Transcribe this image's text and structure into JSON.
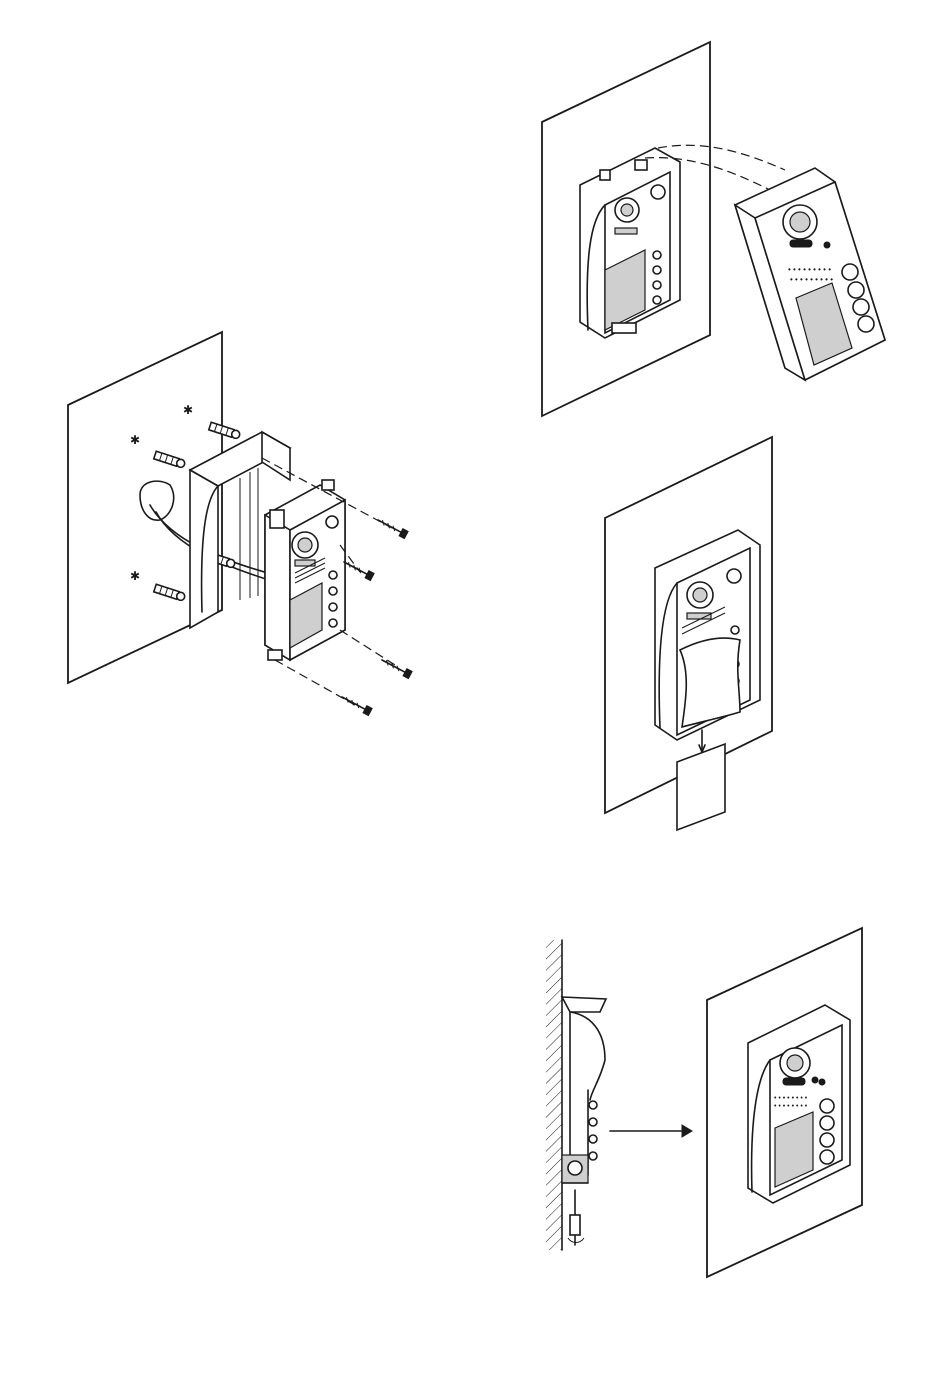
{
  "figure": {
    "panels": [
      {
        "id": "wall-mount-step",
        "description_shown": false
      },
      {
        "id": "attach-panel-step",
        "description_shown": false
      },
      {
        "id": "insert-name-card-step",
        "description_shown": false
      },
      {
        "id": "secure-screw-step",
        "description_shown": false
      }
    ],
    "colors": {
      "line": "#1a1a1a",
      "background": "#ffffff",
      "shade": "#cfcfcf"
    }
  }
}
